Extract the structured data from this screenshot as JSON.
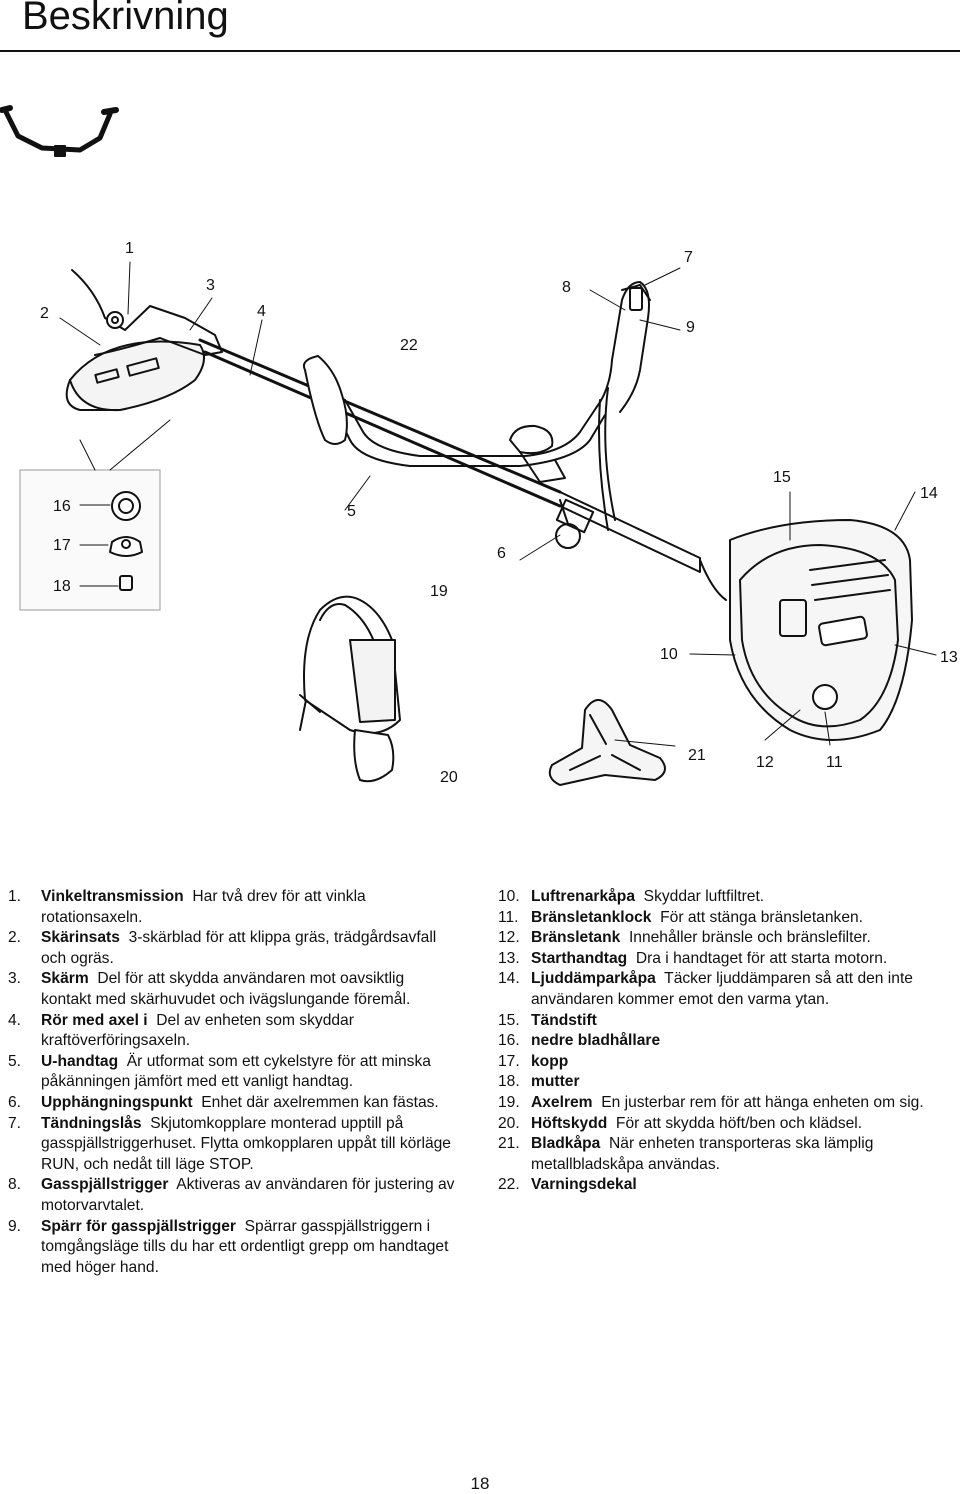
{
  "page": {
    "title": "Beskrivning",
    "page_number": "18"
  },
  "diagram": {
    "callouts": [
      "1",
      "2",
      "3",
      "4",
      "22",
      "8",
      "7",
      "9",
      "16",
      "17",
      "18",
      "5",
      "6",
      "15",
      "14",
      "19",
      "10",
      "13",
      "20",
      "21",
      "12",
      "11"
    ]
  },
  "descriptions_left": [
    {
      "num": "1.",
      "term": "Vinkeltransmission",
      "text": "Har två drev för att vinkla rotationsaxeln."
    },
    {
      "num": "2.",
      "term": "Skärinsats",
      "text": "3-skärblad för att klippa gräs, trädgårdsavfall och ogräs."
    },
    {
      "num": "3.",
      "term": "Skärm",
      "text": "Del för att skydda användaren mot oavsiktlig kontakt med skärhuvudet och ivägslungande föremål."
    },
    {
      "num": "4.",
      "term": "Rör med axel i",
      "text": "Del av enheten som skyddar kraftöverföringsaxeln."
    },
    {
      "num": "5.",
      "term": "U-handtag",
      "text": "Är utformat som ett cykelstyre för att minska påkänningen jämfört med ett vanligt handtag."
    },
    {
      "num": "6.",
      "term": "Upphängningspunkt",
      "text": "Enhet där axelremmen kan fästas."
    },
    {
      "num": "7.",
      "term": "Tändningslås",
      "text": "Skjutomkopplare monterad upptill på gasspjällstriggerhuset. Flytta omkopplaren uppåt till körläge RUN, och nedåt till läge STOP."
    },
    {
      "num": "8.",
      "term": "Gasspjällstrigger",
      "text": "Aktiveras av användaren för justering av motorvarvtalet."
    },
    {
      "num": "9.",
      "term": "Spärr för gasspjällstrigger",
      "text": "Spärrar gasspjällstriggern i tomgångsläge tills du har ett ordentligt grepp om handtaget med höger hand."
    }
  ],
  "descriptions_right": [
    {
      "num": "10.",
      "term": "Luftrenarkåpa",
      "text": "Skyddar luftfiltret."
    },
    {
      "num": "11.",
      "term": "Bränsletanklock",
      "text": "För att stänga bränsletanken."
    },
    {
      "num": "12.",
      "term": "Bränsletank",
      "text": "Innehåller bränsle och bränslefilter."
    },
    {
      "num": "13.",
      "term": "Starthandtag",
      "text": "Dra i handtaget för att starta motorn."
    },
    {
      "num": "14.",
      "term": "Ljuddämparkåpa",
      "text": "Täcker ljuddämparen så att den inte användaren kommer emot den varma ytan."
    },
    {
      "num": "15.",
      "term": "Tändstift",
      "text": ""
    },
    {
      "num": "16.",
      "term": "nedre bladhållare",
      "text": ""
    },
    {
      "num": "17.",
      "term": "kopp",
      "text": ""
    },
    {
      "num": "18.",
      "term": "mutter",
      "text": ""
    },
    {
      "num": "19.",
      "term": "Axelrem",
      "text": "En justerbar rem för att hänga enheten om sig."
    },
    {
      "num": "20.",
      "term": "Höftskydd",
      "text": "För att skydda höft/ben och klädsel."
    },
    {
      "num": "21.",
      "term": "Bladkåpa",
      "text": "När enheten transporteras ska lämplig metallbladskåpa användas."
    },
    {
      "num": "22.",
      "term": "Varningsdekal",
      "text": ""
    }
  ]
}
